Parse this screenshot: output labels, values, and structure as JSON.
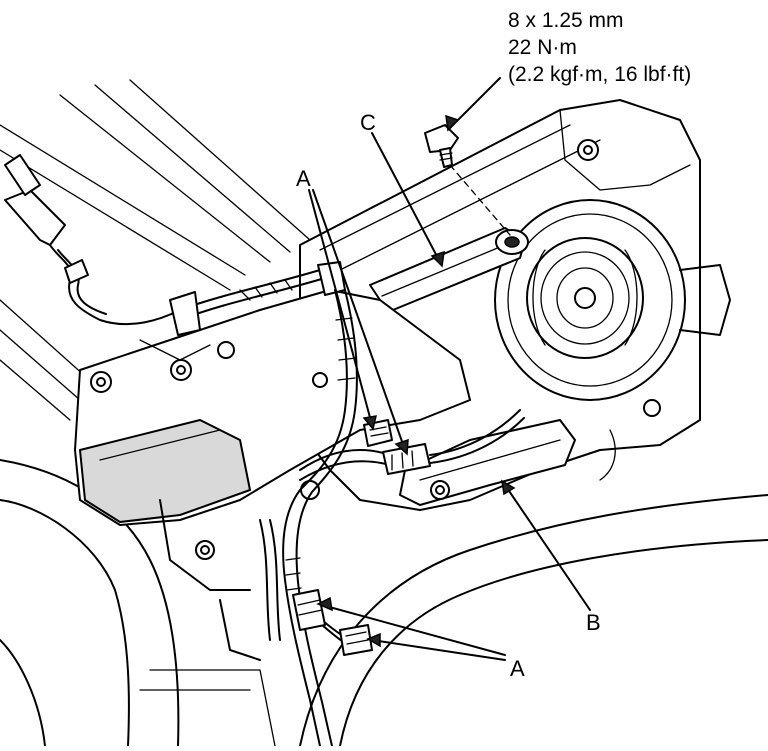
{
  "callouts": {
    "a_top": "A",
    "a_bottom": "A",
    "b": "B",
    "c": "C"
  },
  "spec": {
    "line1": "8 x 1.25 mm",
    "line2": "22 N·m",
    "line3": "(2.2 kgf·m, 16 lbf·ft)"
  }
}
